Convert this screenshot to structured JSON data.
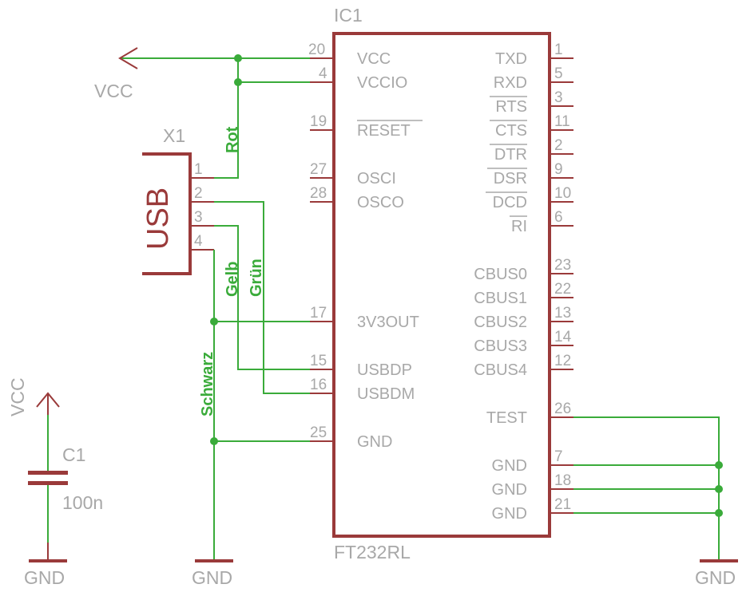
{
  "ic": {
    "name": "IC1",
    "value": "FT232RL",
    "left_pins": [
      {
        "num": "20",
        "label": "VCC",
        "overbar": false
      },
      {
        "num": "4",
        "label": "VCCIO",
        "overbar": false
      },
      {
        "num": "19",
        "label": "RESET",
        "overbar": true
      },
      {
        "num": "27",
        "label": "OSCI",
        "overbar": false
      },
      {
        "num": "28",
        "label": "OSCO",
        "overbar": false
      },
      {
        "num": "17",
        "label": "3V3OUT",
        "overbar": false
      },
      {
        "num": "15",
        "label": "USBDP",
        "overbar": false
      },
      {
        "num": "16",
        "label": "USBDM",
        "overbar": false
      },
      {
        "num": "25",
        "label": "GND",
        "overbar": false
      }
    ],
    "right_pins": [
      {
        "num": "1",
        "label": "TXD",
        "overbar": false
      },
      {
        "num": "5",
        "label": "RXD",
        "overbar": false
      },
      {
        "num": "3",
        "label": "RTS",
        "overbar": true
      },
      {
        "num": "11",
        "label": "CTS",
        "overbar": true
      },
      {
        "num": "2",
        "label": "DTR",
        "overbar": true
      },
      {
        "num": "9",
        "label": "DSR",
        "overbar": true
      },
      {
        "num": "10",
        "label": "DCD",
        "overbar": true
      },
      {
        "num": "6",
        "label": "RI",
        "overbar": true
      },
      {
        "num": "23",
        "label": "CBUS0",
        "overbar": false
      },
      {
        "num": "22",
        "label": "CBUS1",
        "overbar": false
      },
      {
        "num": "13",
        "label": "CBUS2",
        "overbar": false
      },
      {
        "num": "14",
        "label": "CBUS3",
        "overbar": false
      },
      {
        "num": "12",
        "label": "CBUS4",
        "overbar": false
      },
      {
        "num": "26",
        "label": "TEST",
        "overbar": false
      },
      {
        "num": "7",
        "label": "GND",
        "overbar": false
      },
      {
        "num": "18",
        "label": "GND",
        "overbar": false
      },
      {
        "num": "21",
        "label": "GND",
        "overbar": false
      }
    ]
  },
  "usb": {
    "name": "X1",
    "body_label": "USB",
    "pins": [
      "1",
      "2",
      "3",
      "4"
    ]
  },
  "wire_labels": {
    "red": "Rot",
    "yellow": "Gelb",
    "green": "Grün",
    "black": "Schwarz"
  },
  "capacitor": {
    "name": "C1",
    "value": "100n"
  },
  "supplies": {
    "vcc_top": "VCC",
    "vcc_cap": "VCC",
    "gnd_cap": "GND",
    "gnd_mid": "GND",
    "gnd_right": "GND"
  },
  "colors": {
    "symbol": "#9a3a3a",
    "wire": "#3aab3a",
    "label": "#a8a8a8"
  }
}
